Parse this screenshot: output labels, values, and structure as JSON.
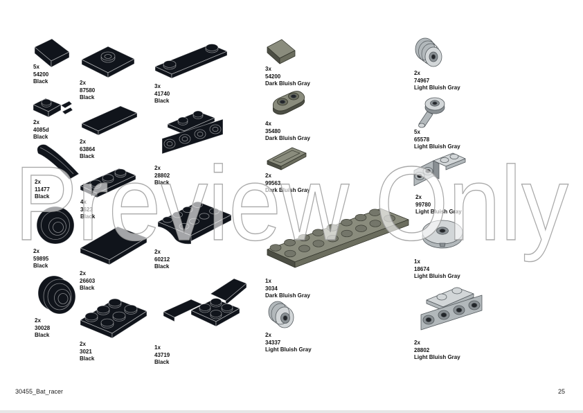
{
  "watermark": "Preview Only",
  "footer": {
    "left": "30455_Bat_racer",
    "page": "25"
  },
  "colors": {
    "black": "#10141b",
    "dark_bluish_gray": "#6b6d5e",
    "dark_bluish_gray_highlight": "#8a8c7d",
    "dark_bluish_gray_shadow": "#4c4e44",
    "light_bluish_gray": "#b2b8bb",
    "light_bluish_gray_highlight": "#d2d6d8",
    "light_bluish_gray_shadow": "#8a9094",
    "watermark_outline": "#9a9a9a"
  },
  "parts": [
    {
      "qty": "5x",
      "part": "54200",
      "color": "Black"
    },
    {
      "qty": "2x",
      "part": "87580",
      "color": "Black"
    },
    {
      "qty": "3x",
      "part": "41740",
      "color": "Black"
    },
    {
      "qty": "2x",
      "part": "4085d",
      "color": "Black"
    },
    {
      "qty": "2x",
      "part": "63864",
      "color": "Black"
    },
    {
      "qty": "2x",
      "part": "28802",
      "color": "Black"
    },
    {
      "qty": "2x",
      "part": "11477",
      "color": "Black"
    },
    {
      "qty": "4x",
      "part": "3623",
      "color": "Black"
    },
    {
      "qty": "2x",
      "part": "59895",
      "color": "Black"
    },
    {
      "qty": "2x",
      "part": "60212",
      "color": "Black"
    },
    {
      "qty": "2x",
      "part": "26603",
      "color": "Black"
    },
    {
      "qty": "2x",
      "part": "30028",
      "color": "Black"
    },
    {
      "qty": "2x",
      "part": "3021",
      "color": "Black"
    },
    {
      "qty": "1x",
      "part": "43719",
      "color": "Black"
    },
    {
      "qty": "3x",
      "part": "54200",
      "color": "Dark Bluish Gray"
    },
    {
      "qty": "4x",
      "part": "35480",
      "color": "Dark Bluish Gray"
    },
    {
      "qty": "2x",
      "part": "99563",
      "color": "Dark Bluish Gray"
    },
    {
      "qty": "1x",
      "part": "3034",
      "color": "Dark Bluish Gray"
    },
    {
      "qty": "2x",
      "part": "34337",
      "color": "Light Bluish Gray"
    },
    {
      "qty": "2x",
      "part": "74967",
      "color": "Light Bluish Gray"
    },
    {
      "qty": "5x",
      "part": "65578",
      "color": "Light Bluish Gray"
    },
    {
      "qty": "2x",
      "part": "99780",
      "color": "Light Bluish Gray"
    },
    {
      "qty": "1x",
      "part": "18674",
      "color": "Light Bluish Gray"
    },
    {
      "qty": "2x",
      "part": "28802",
      "color": "Light Bluish Gray"
    }
  ]
}
